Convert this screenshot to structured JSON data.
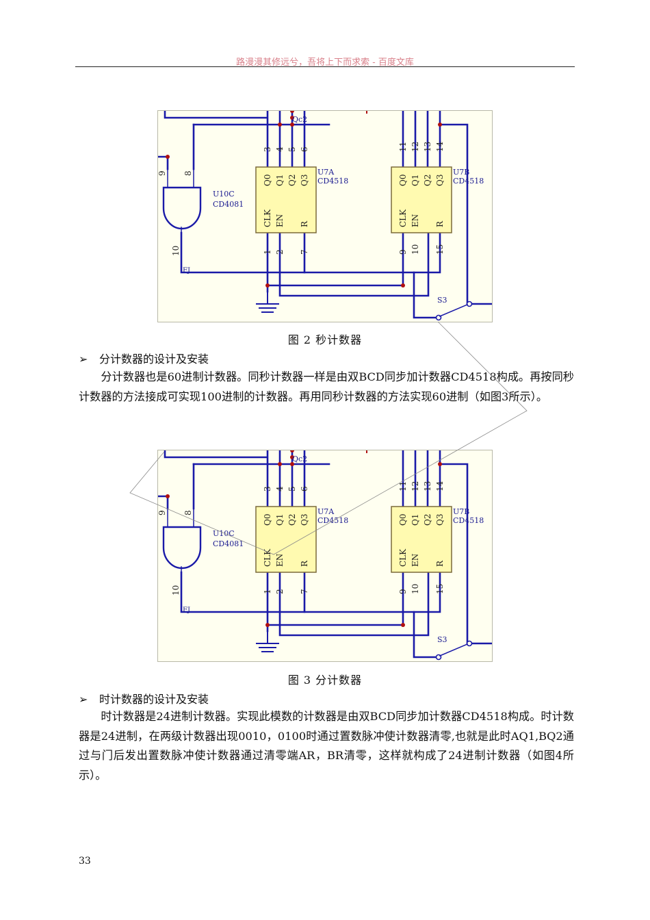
{
  "header": {
    "text": "路漫漫其修远兮，吾将上下而求索 - 百度文库"
  },
  "figure_labels": {
    "qc2": "Qc2",
    "u7a": "U7A",
    "u7a_part": "CD4518",
    "u7b": "U7B",
    "u7b_part": "CD4518",
    "u10c": "U10C",
    "u10c_part": "CD4081",
    "fj": "FJ",
    "s3": "S3",
    "pins_top_a": [
      "3",
      "4",
      "5",
      "6"
    ],
    "pins_top_b": [
      "11",
      "12",
      "13",
      "14"
    ],
    "pins_bottom_a": [
      "1",
      "2",
      "7"
    ],
    "pins_bottom_b": [
      "9",
      "10",
      "15"
    ],
    "gate_pins": [
      "9",
      "8",
      "10"
    ],
    "outputs": [
      "Q0",
      "Q1",
      "Q2",
      "Q3"
    ],
    "clk": "CLK",
    "en": "EN",
    "r": "R"
  },
  "fig2": {
    "caption": "图 2  秒计数器"
  },
  "section_minute": {
    "heading": "分计数器的设计及安装",
    "paragraph": "分计数器也是60进制计数器。同秒计数器一样是由双BCD同步加计数器CD4518构成。再按同秒计数器的方法接成可实现100进制的计数器。再用同秒计数器的方法实现60进制（如图3所示）。"
  },
  "fig3": {
    "caption": "图 3  分计数器"
  },
  "section_hour": {
    "heading": "时计数器的设计及安装",
    "paragraph": "时计数器是24进制计数器。实现此模数的计数器是由双BCD同步加计数器CD4518构成。时计数器是24进制，在两级计数器出现0010，0100时通过置数脉冲使计数器清零,也就是此时AQ1,BQ2通过与门后发出置数脉冲使计数器通过清零端AR，BR清零，这样就构成了24进制计数器（如图4所示）。"
  },
  "page_number": "33",
  "colors": {
    "wire": "#1a1aa8",
    "chip": "#fffab0",
    "chip_border": "#7a6a3a",
    "pin": "#2a2a2a",
    "dot": "#b01010",
    "label": "#1a1a90",
    "fig_bg": "#fffff0"
  }
}
